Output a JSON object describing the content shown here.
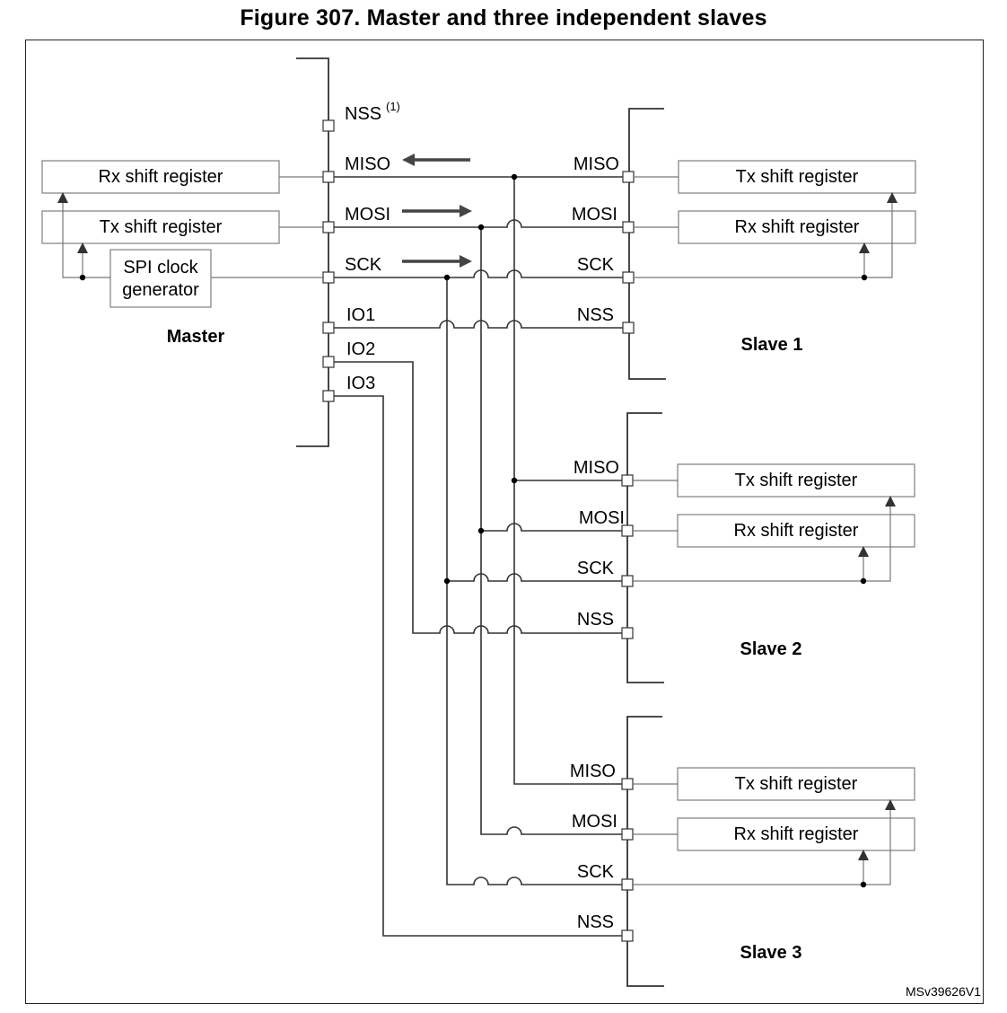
{
  "figure": {
    "title": "Figure 307. Master and three independent slaves",
    "reference": "MSv39626V1"
  },
  "master": {
    "name": "Master",
    "rx_register": "Rx shift register",
    "tx_register": "Tx shift register",
    "clock_gen_line1": "SPI clock",
    "clock_gen_line2": "generator",
    "pins": {
      "nss": "NSS",
      "nss_note": "(1)",
      "miso": "MISO",
      "mosi": "MOSI",
      "sck": "SCK",
      "io1": "IO1",
      "io2": "IO2",
      "io3": "IO3"
    }
  },
  "slaves": [
    {
      "name": "Slave 1",
      "tx_register": "Tx shift register",
      "rx_register": "Rx shift register",
      "pins": {
        "miso": "MISO",
        "mosi": "MOSI",
        "sck": "SCK",
        "nss": "NSS"
      }
    },
    {
      "name": "Slave 2",
      "tx_register": "Tx shift register",
      "rx_register": "Rx shift register",
      "pins": {
        "miso": "MISO",
        "mosi": "MOSI",
        "sck": "SCK",
        "nss": "NSS"
      }
    },
    {
      "name": "Slave 3",
      "tx_register": "Tx shift register",
      "rx_register": "Rx shift register",
      "pins": {
        "miso": "MISO",
        "mosi": "MOSI",
        "sck": "SCK",
        "nss": "NSS"
      }
    }
  ]
}
